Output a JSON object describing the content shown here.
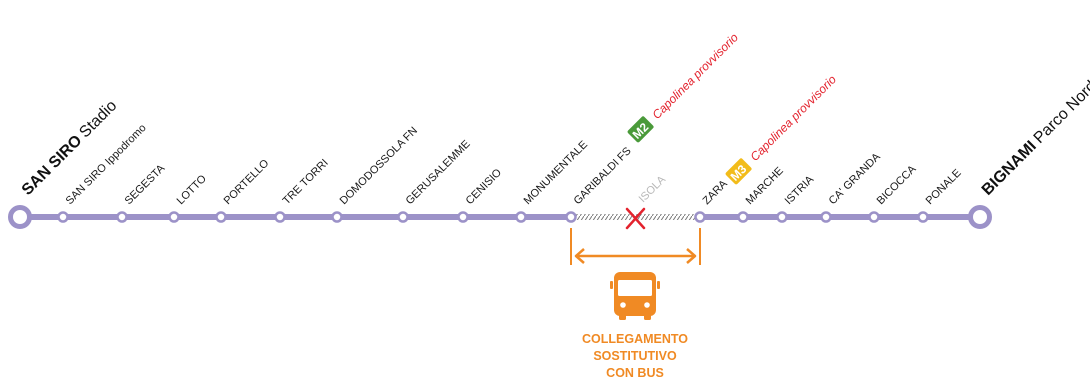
{
  "line": {
    "color": "#9c92c8",
    "terminal_start": {
      "bold": "SAN SIRO",
      "regular": "Stadio"
    },
    "terminal_end": {
      "bold": "BIGNAMI",
      "regular": "Parco Nord"
    },
    "stations": [
      {
        "name": "SAN SIRO Ippodromo"
      },
      {
        "name": "SEGESTA"
      },
      {
        "name": "LOTTO"
      },
      {
        "name": "PORTELLO"
      },
      {
        "name": "TRE TORRI"
      },
      {
        "name": "DOMODOSSOLA FN"
      },
      {
        "name": "GERUSALEMME"
      },
      {
        "name": "CENISIO"
      },
      {
        "name": "MONUMENTALE"
      },
      {
        "name": "GARIBALDI FS",
        "interchange": "M2",
        "note": "Capolinea provvisorio"
      },
      {
        "name": "ISOLA",
        "closed": true
      },
      {
        "name": "ZARA",
        "interchange": "M3",
        "note": "Capolinea provvisorio"
      },
      {
        "name": "MARCHE"
      },
      {
        "name": "ISTRIA"
      },
      {
        "name": "CA' GRANDA"
      },
      {
        "name": "BICOCCA"
      },
      {
        "name": "PONALE"
      }
    ]
  },
  "interchanges": {
    "M2": {
      "label": "M2",
      "color": "#4a9a3a"
    },
    "M3": {
      "label": "M3",
      "color": "#f2bc1a"
    }
  },
  "closure": {
    "mark_color": "#e3222d"
  },
  "bus": {
    "color": "#f08a24",
    "icon": "bus-icon",
    "label_lines": [
      "COLLEGAMENTO",
      "SOSTITUTIVO",
      "CON BUS"
    ]
  }
}
